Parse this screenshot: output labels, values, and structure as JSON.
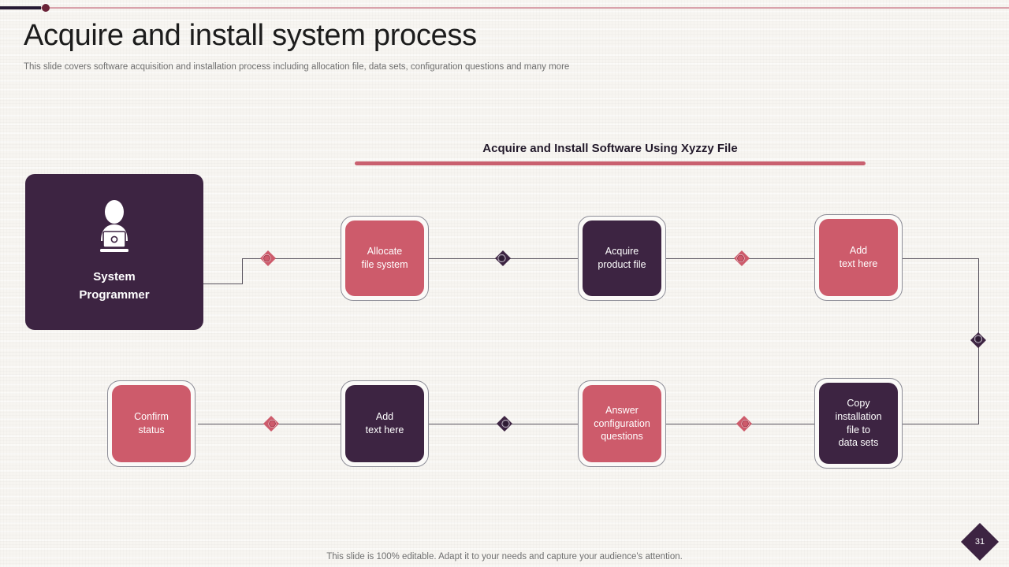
{
  "slide": {
    "title": "Acquire and install system process",
    "subtitle": "This slide covers software acquisition and installation process including allocation file, data sets, configuration questions and many more",
    "footer_note": "This slide is 100% editable. Adapt it to your needs and capture your audience's attention.",
    "page_number": "31"
  },
  "diagram": {
    "title": "Acquire and Install Software Using Xyzzy File",
    "actor": {
      "label": "System\nProgrammer",
      "icon": "person-at-computer-icon",
      "color": "#3d2442"
    },
    "nodes": [
      {
        "id": "allocate-file-system",
        "label": "Allocate\nfile system",
        "color": "rose",
        "row": 1
      },
      {
        "id": "acquire-product-file",
        "label": "Acquire\nproduct file",
        "color": "plum",
        "row": 1
      },
      {
        "id": "add-text-here-1",
        "label": "Add\ntext here",
        "color": "rose",
        "row": 1
      },
      {
        "id": "copy-installation-file",
        "label": "Copy\ninstallation\nfile to\ndata sets",
        "color": "plum",
        "row": 2
      },
      {
        "id": "answer-configuration",
        "label": "Answer\nconfiguration\nquestions",
        "color": "rose",
        "row": 2
      },
      {
        "id": "add-text-here-2",
        "label": "Add\ntext here",
        "color": "plum",
        "row": 2
      },
      {
        "id": "confirm-status",
        "label": "Confirm\nstatus",
        "color": "rose",
        "row": 2
      }
    ],
    "markers": [
      {
        "id": "marker-1",
        "direction": "right",
        "color": "rose"
      },
      {
        "id": "marker-2",
        "direction": "right",
        "color": "plum"
      },
      {
        "id": "marker-3",
        "direction": "right",
        "color": "rose"
      },
      {
        "id": "marker-4",
        "direction": "down",
        "color": "plum"
      },
      {
        "id": "marker-5",
        "direction": "left",
        "color": "rose"
      },
      {
        "id": "marker-6",
        "direction": "left",
        "color": "plum"
      },
      {
        "id": "marker-7",
        "direction": "left",
        "color": "rose"
      }
    ]
  },
  "colors": {
    "rose": "#cd5b6b",
    "rose_dark": "#a83a4e",
    "plum": "#3d2442",
    "background": "#f7f5f1",
    "line": "#5a5560",
    "accent_rule": "#c9606f"
  }
}
